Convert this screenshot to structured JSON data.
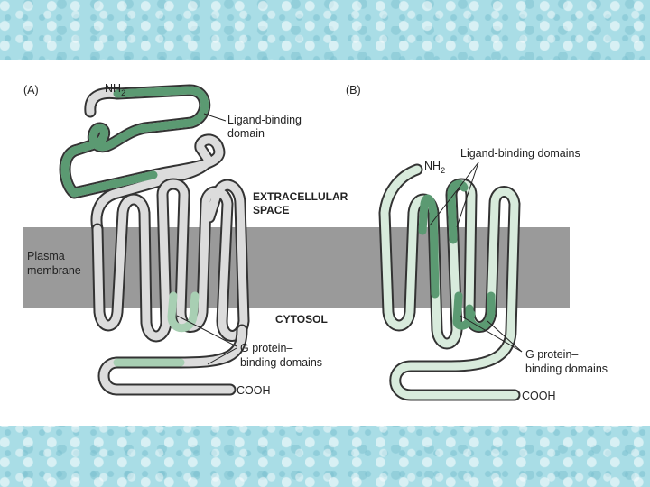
{
  "panels": {
    "a": {
      "tag": "(A)",
      "nh2": "NH",
      "nh2_sub": "2",
      "ligand_line1": "Ligand-binding",
      "ligand_line2": "domain",
      "extracellular_line1": "EXTRACELLULAR",
      "extracellular_line2": "SPACE",
      "membrane_line1": "Plasma",
      "membrane_line2": "membrane",
      "cytosol": "CYTOSOL",
      "gprotein_line1": "G protein–",
      "gprotein_line2": "binding domains",
      "cooh": "COOH"
    },
    "b": {
      "tag": "(B)",
      "nh2": "NH",
      "nh2_sub": "2",
      "ligand": "Ligand-binding domains",
      "gprotein_line1": "G protein–",
      "gprotein_line2": "binding domains",
      "cooh": "COOH"
    }
  },
  "colors": {
    "membrane": "#9a9a9a",
    "chain_a_fill": "#dcdcdc",
    "chain_b_fill": "#d8ebdc",
    "ligand_domain": "#5b9a72",
    "g_protein_domain": "#a8cfb3",
    "outline": "#333333",
    "slide_background": "#ffffff",
    "page_background": "#a9dde6"
  }
}
